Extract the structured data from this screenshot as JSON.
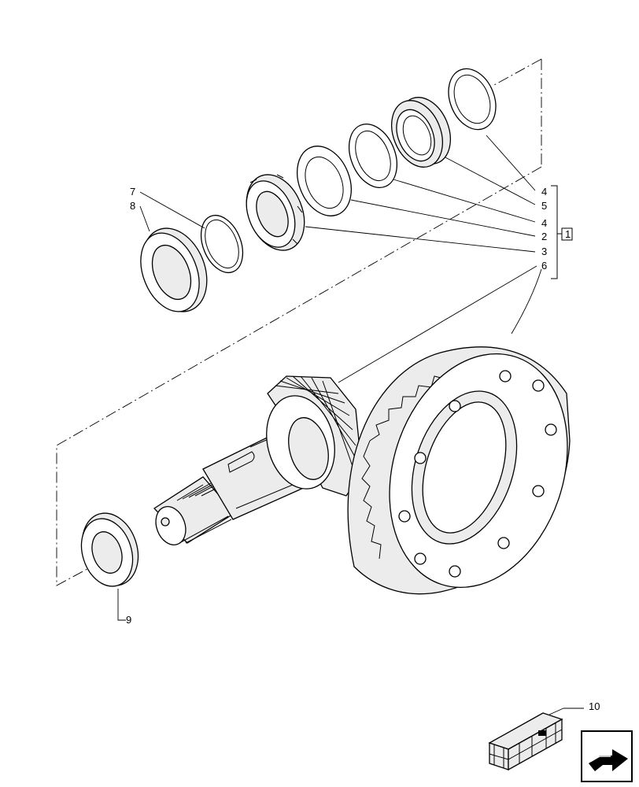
{
  "callouts": {
    "c4a": "4",
    "c5": "5",
    "c4b": "4",
    "c2": "2",
    "c3": "3",
    "c6": "6",
    "c7": "7",
    "c8": "8",
    "c9": "9",
    "c10": "10",
    "kit": "1"
  },
  "icons": {
    "kit_box": "crate-icon",
    "navigation": "next-arrow-icon"
  }
}
